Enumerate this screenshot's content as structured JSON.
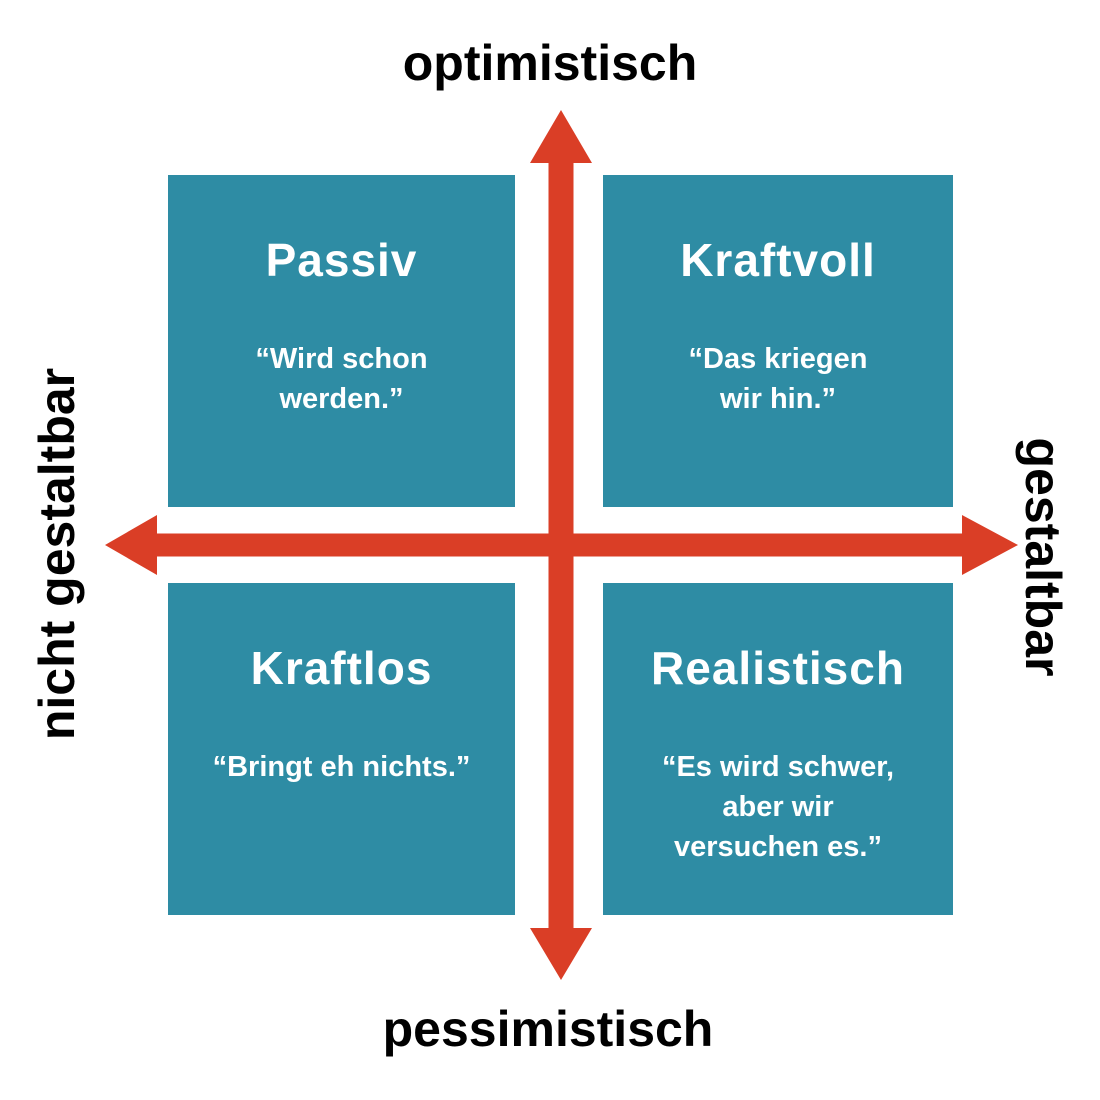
{
  "diagram": {
    "axes": {
      "top": "optimistisch",
      "bottom": "pessimistisch",
      "left": "nicht gestaltbar",
      "right": "gestaltbar"
    },
    "colors": {
      "box": "#2E8CA4",
      "arrow": "#DA3E26",
      "box_text": "#FFFFFF",
      "axis_text": "#000000",
      "background": "#FFFFFF"
    },
    "quadrants": [
      {
        "position": "top-left",
        "title": "Passiv",
        "quote_lines": [
          "“Wird schon",
          "werden.”"
        ]
      },
      {
        "position": "top-right",
        "title": "Kraftvoll",
        "quote_lines": [
          "“Das kriegen",
          "wir hin.”"
        ]
      },
      {
        "position": "bottom-left",
        "title": "Kraftlos",
        "quote_lines": [
          "“Bringt eh nichts.”"
        ]
      },
      {
        "position": "bottom-right",
        "title": "Realistisch",
        "quote_lines": [
          "“Es wird schwer,",
          "aber wir",
          "versuchen es.”"
        ]
      }
    ]
  }
}
